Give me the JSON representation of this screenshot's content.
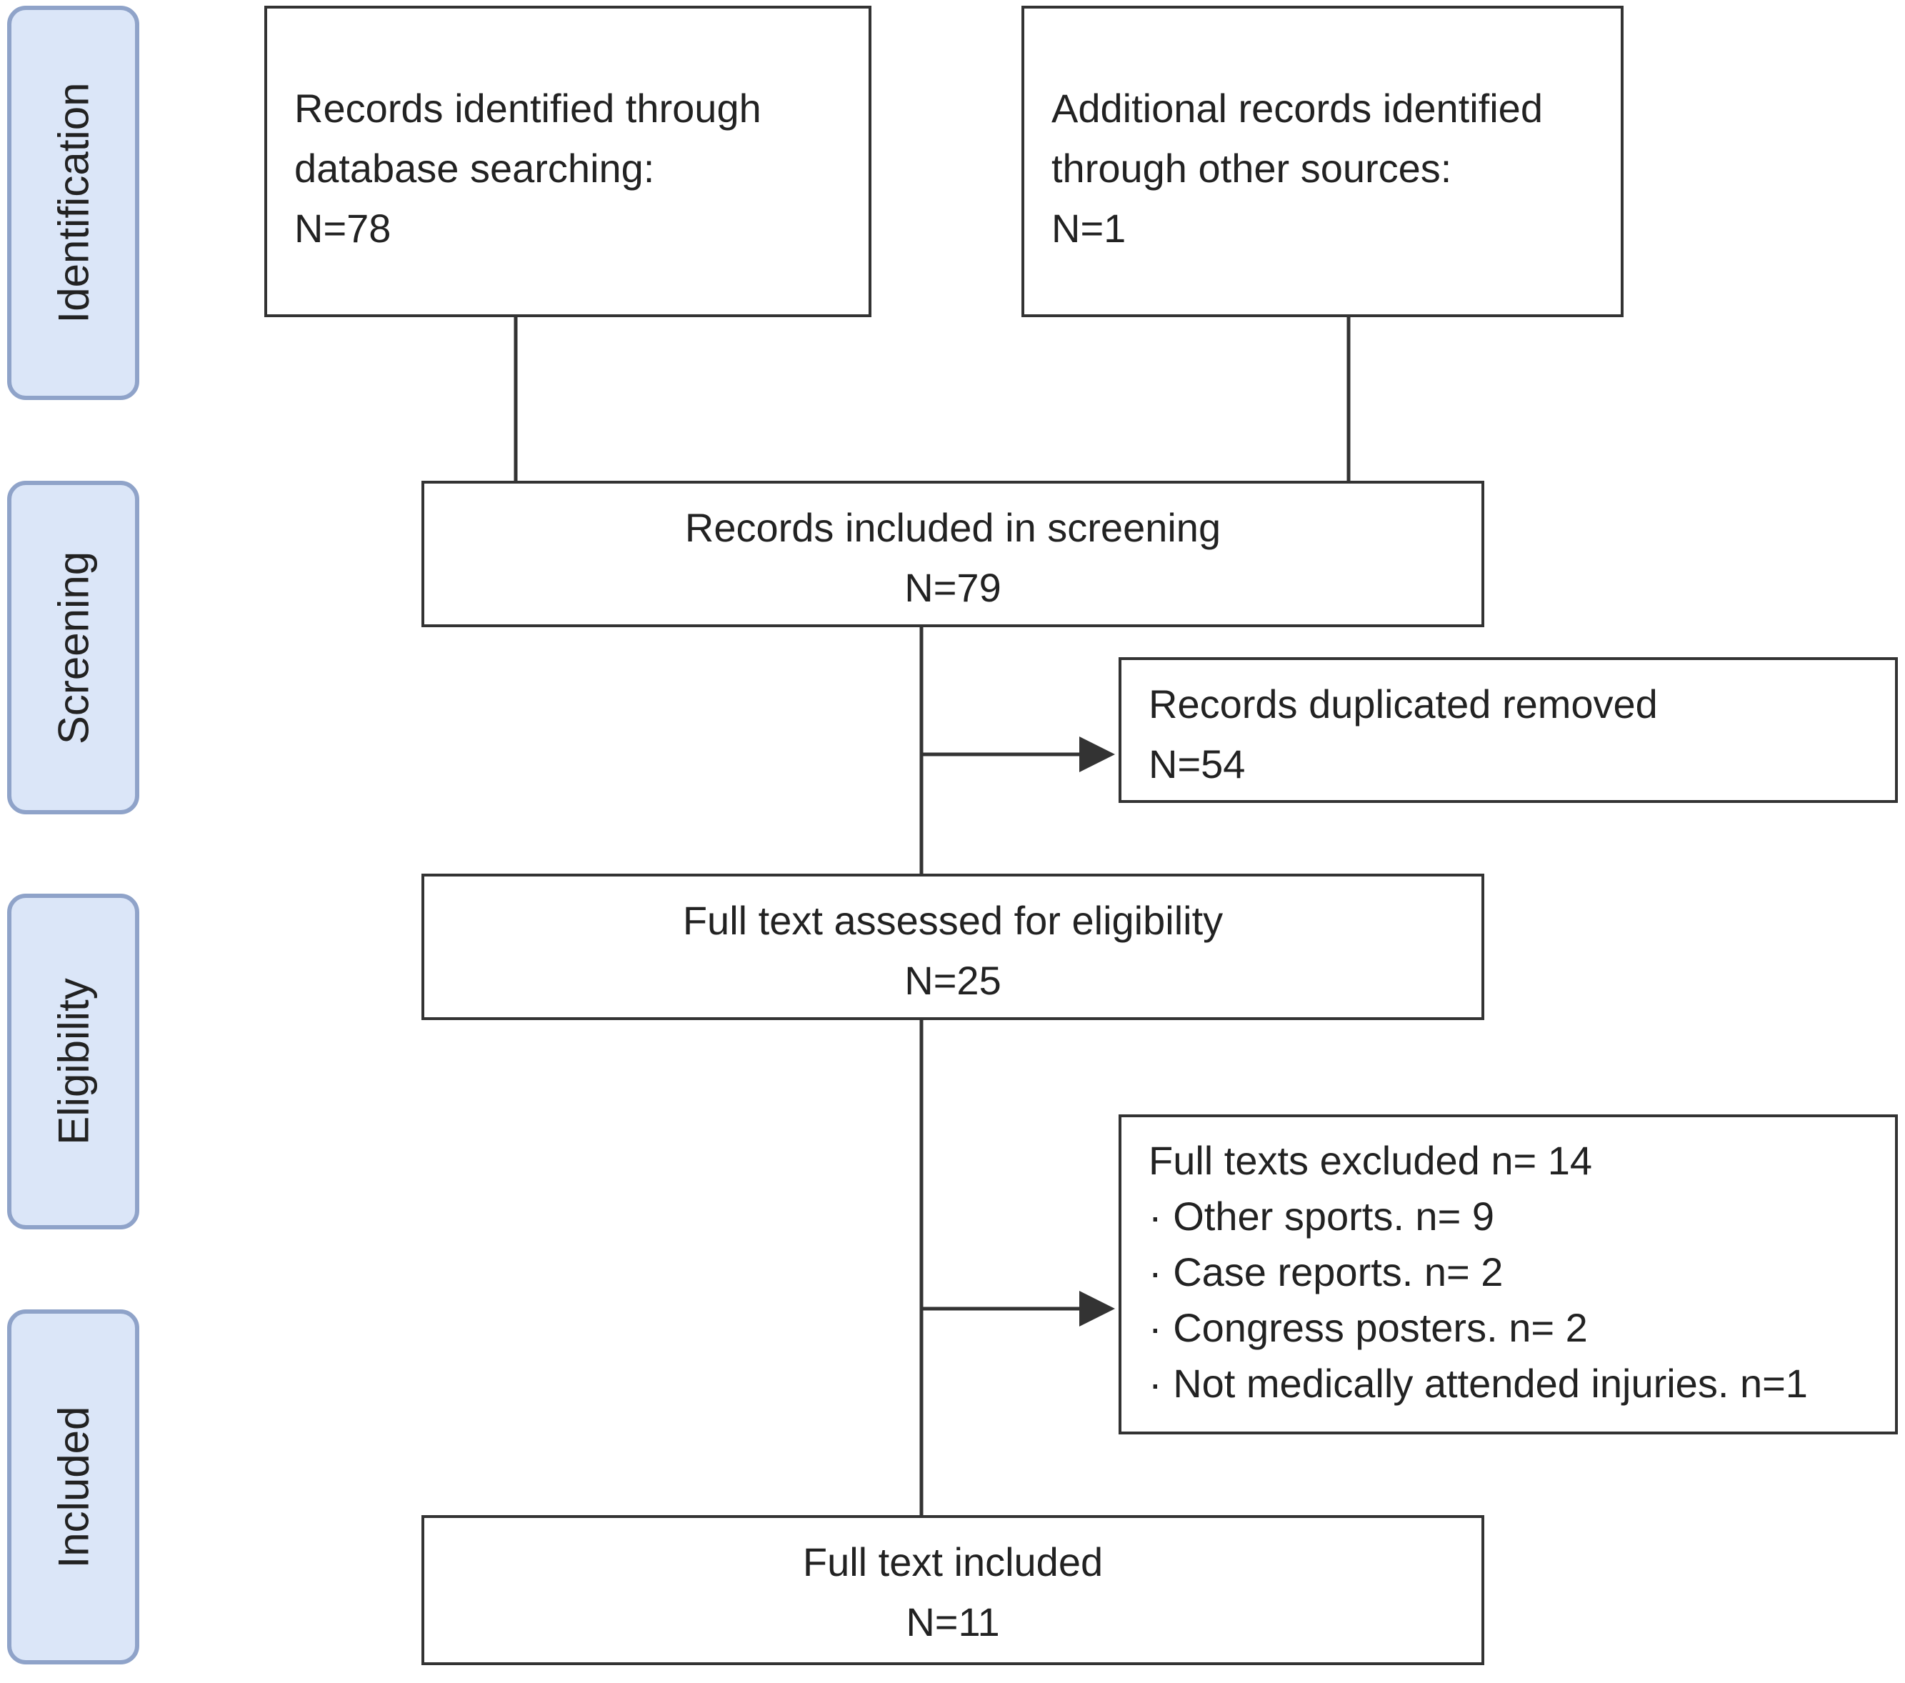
{
  "stages": {
    "identification": "Identification",
    "screening": "Screening",
    "eligibility": "Eligibility",
    "included": "Included"
  },
  "boxes": {
    "database": {
      "line1": "Records identified through",
      "line2": "database searching:",
      "line3": "N=78"
    },
    "other": {
      "line1": "Additional records identified",
      "line2": "through other sources:",
      "line3": "N=1"
    },
    "screening": {
      "line1": "Records included in screening",
      "line2": "N=79"
    },
    "duplicates": {
      "line1": "Records duplicated removed",
      "line2": "N=54"
    },
    "fulltext": {
      "line1": "Full text assessed for eligibility",
      "line2": "N=25"
    },
    "excluded": {
      "title": "Full texts excluded n= 14",
      "items": [
        "· Other sports. n= 9",
        "· Case reports. n= 2",
        "· Congress posters. n= 2",
        "· Not medically attended injuries. n=1"
      ]
    },
    "included": {
      "line1": "Full text included",
      "line2": "N=11"
    }
  },
  "colors": {
    "stage_fill": "#dbe6f8",
    "stage_border": "#8fa3c9",
    "box_border": "#333333"
  }
}
